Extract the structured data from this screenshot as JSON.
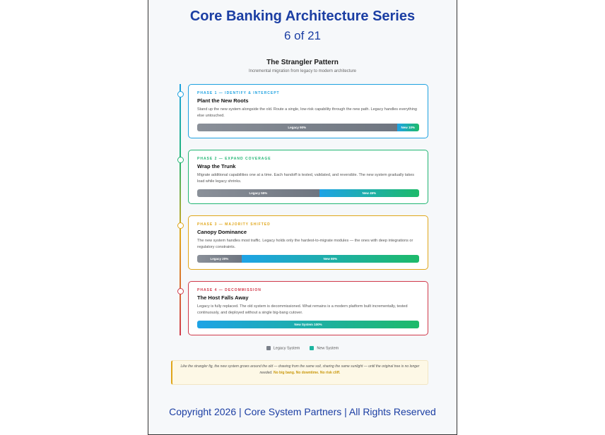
{
  "header": {
    "title": "Core Banking Architecture Series",
    "page": "6 of 21"
  },
  "section": {
    "title": "The Strangler Pattern",
    "subtitle": "Incremental migration from legacy to modern architecture"
  },
  "phases": [
    {
      "label": "PHASE 1 — IDENTIFY & INTERCEPT",
      "title": "Plant the New Roots",
      "desc": "Stand up the new system alongside the old. Route a single, low-risk capability through the new path. Legacy handles everything else untouched.",
      "color": "#1da1e0",
      "legacy_pct": 90,
      "new_pct": 10,
      "legacy_label": "Legacy 90%",
      "new_label": "New 10%"
    },
    {
      "label": "PHASE 2 — EXPAND COVERAGE",
      "title": "Wrap the Trunk",
      "desc": "Migrate additional capabilities one at a time. Each handoff is tested, validated, and reversible. The new system gradually takes load while legacy shrinks.",
      "color": "#22b573",
      "legacy_pct": 55,
      "new_pct": 45,
      "legacy_label": "Legacy 55%",
      "new_label": "New 45%"
    },
    {
      "label": "PHASE 3 — MAJORITY SHIFTED",
      "title": "Canopy Dominance",
      "desc": "The new system handles most traffic. Legacy holds only the hardest-to-migrate modules — the ones with deep integrations or regulatory constraints.",
      "color": "#e0a619",
      "legacy_pct": 20,
      "new_pct": 80,
      "legacy_label": "Legacy 20%",
      "new_label": "New 80%"
    },
    {
      "label": "PHASE 4 — DECOMMISSION",
      "title": "The Host Falls Away",
      "desc": "Legacy is fully replaced. The old system is decommissioned. What remains is a modern platform built incrementally, tested continuously, and deployed without a single big-bang cutover.",
      "color": "#d0394a",
      "legacy_pct": 0,
      "new_pct": 100,
      "legacy_label": "",
      "new_label": "New System 100%"
    }
  ],
  "legend": {
    "legacy": "Legacy System",
    "new": "New System",
    "legacy_color": "#7a808a",
    "new_color": "#1db5a0"
  },
  "quote": {
    "text": "Like the strangler fig, the new system grows around the old — drawing from the same soil, sharing the same sunlight — until the original tree is no longer needed.",
    "emphasis": "No big bang. No downtime. No risk cliff."
  },
  "footer": "Copyright 2026 | Core System Partners | All Rights Reserved"
}
